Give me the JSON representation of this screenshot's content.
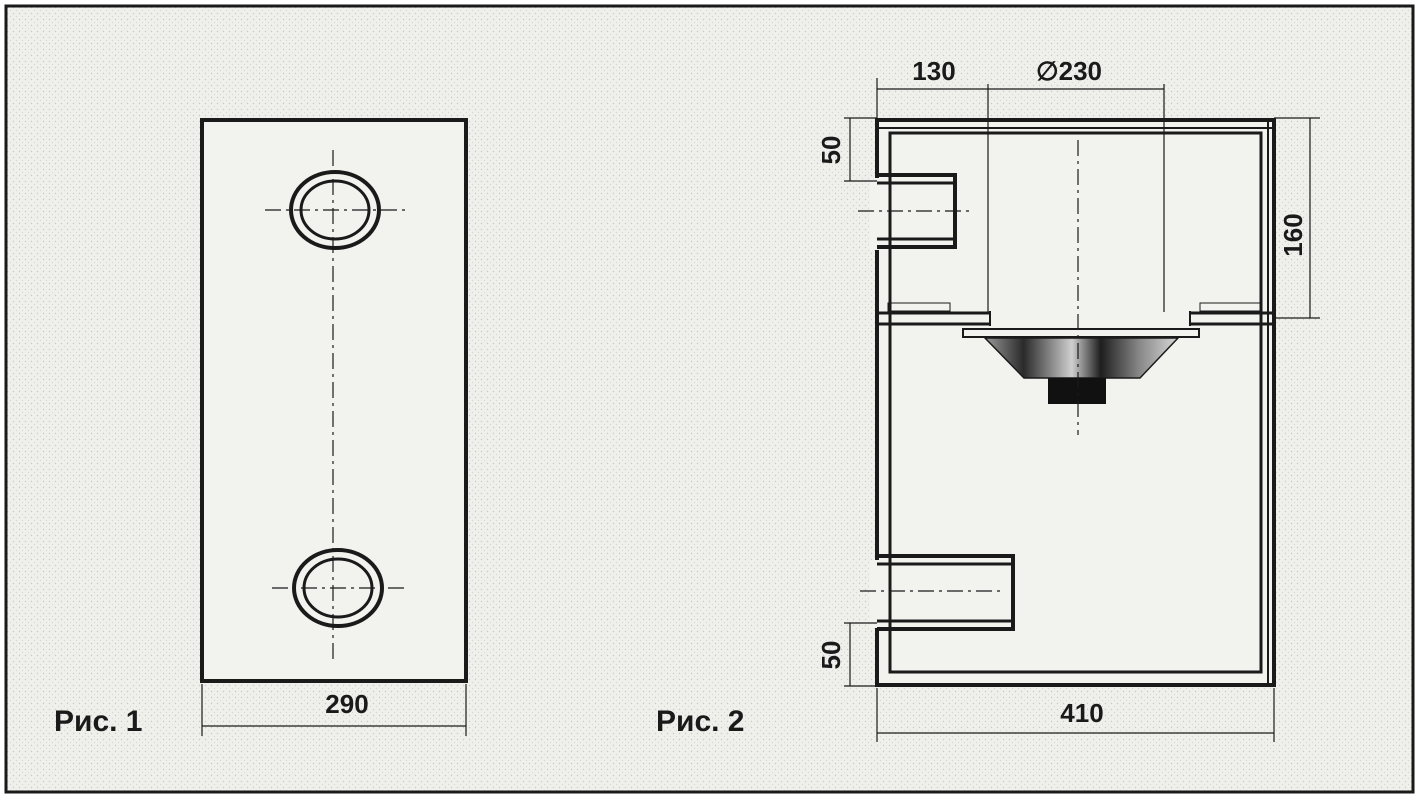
{
  "figure1": {
    "caption": "Рис. 1",
    "width_dim": "290"
  },
  "figure2": {
    "caption": "Рис. 2",
    "dim_offset": "130",
    "dim_diameter": "∅230",
    "dim_port_top": "50",
    "dim_upper_chamber": "160",
    "dim_port_bottom": "50",
    "dim_width": "410"
  },
  "colors": {
    "ink": "#1a1a1a",
    "paper": "#efefec"
  }
}
